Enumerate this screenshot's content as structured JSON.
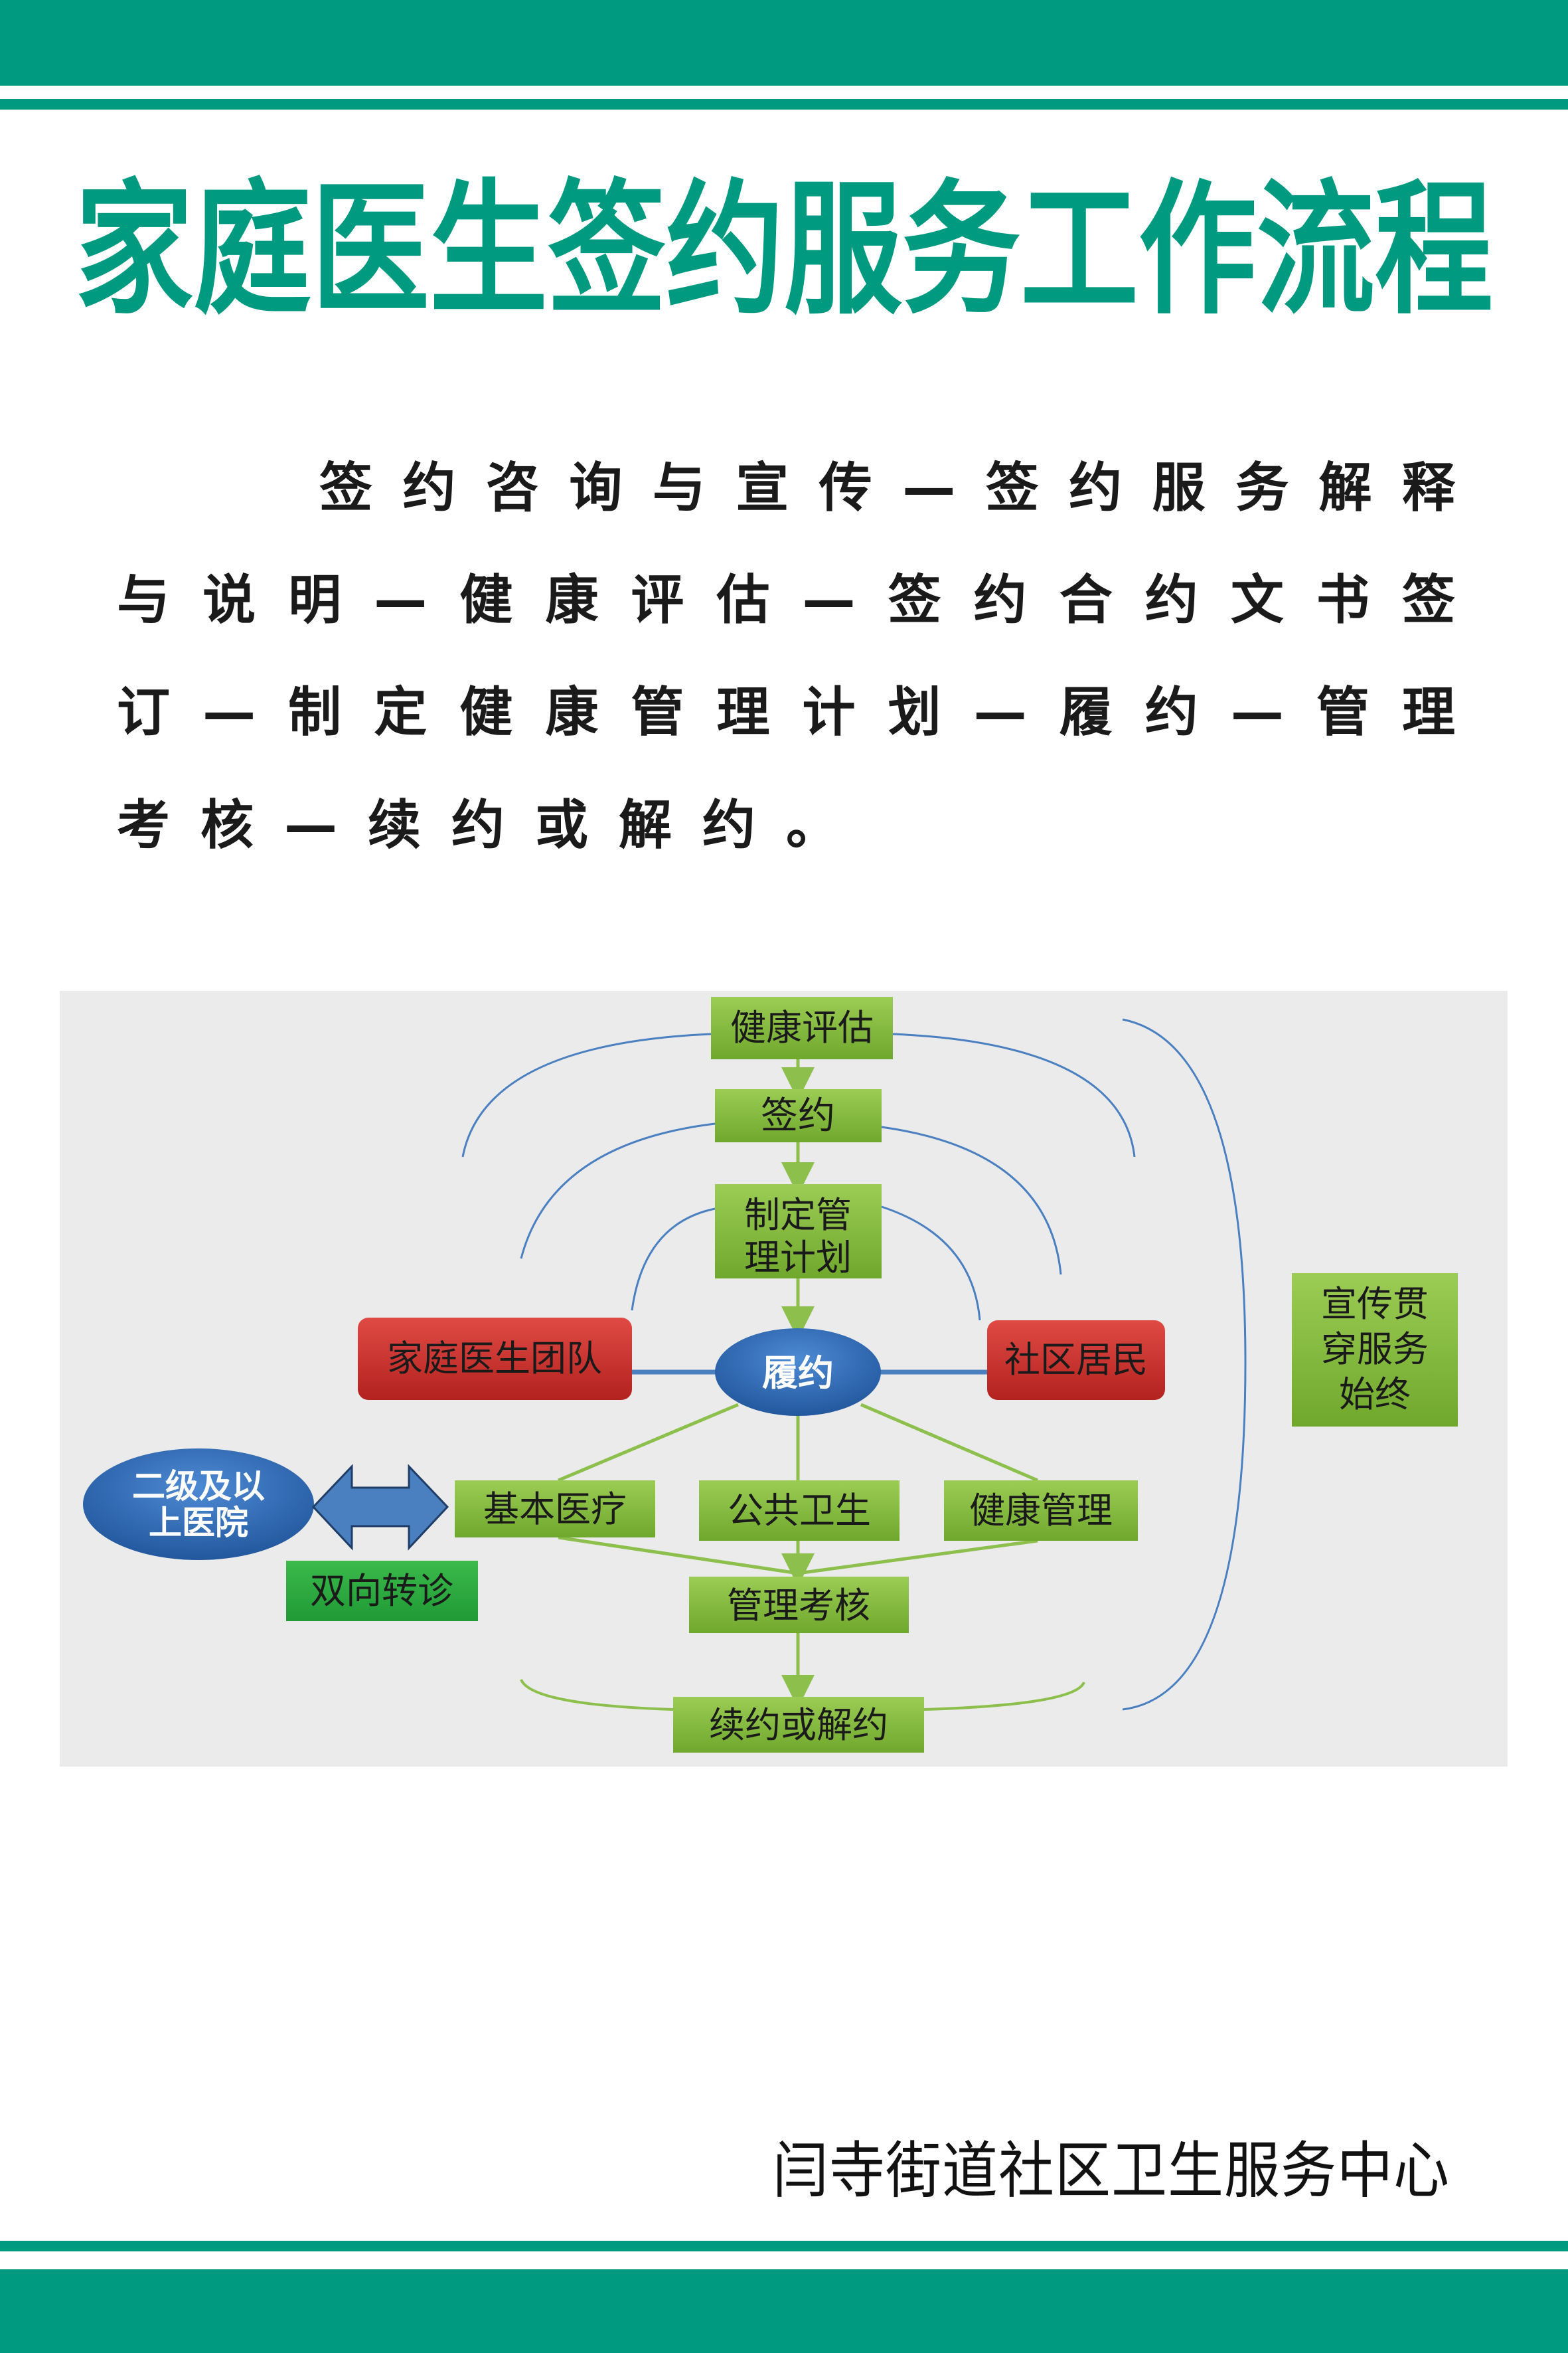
{
  "colors": {
    "brand": "#009a80",
    "box_green": "#7fba3a",
    "box_red": "#cc2e2e",
    "ellipse_blue": "#2e68b0",
    "connector_blue": "#4a7fc0"
  },
  "title": "家庭医生签约服务工作流程",
  "intro_lines": [
    "签约咨询与宣传—签约服务解释",
    "与说明—健康评估—签约合约文书签",
    "订—制定健康管理计划—履约—管理",
    "考核—续约或解约。"
  ],
  "diagram": {
    "health_assessment": "健康评估",
    "sign": "签约",
    "plan": [
      "制定管",
      "理计划"
    ],
    "perform": "履约",
    "doctor_team": "家庭医生团队",
    "residents": "社区居民",
    "publicity": [
      "宣传贯",
      "穿服务",
      "始终"
    ],
    "hospital": [
      "二级及以",
      "上医院"
    ],
    "basic_care": "基本医疗",
    "public_health": "公共卫生",
    "health_management": "健康管理",
    "referral": "双向转诊",
    "assessment": "管理考核",
    "renew": "续约或解约",
    "icons": [
      "double-arrow-icon",
      "arrow-down-icon"
    ]
  },
  "footer": {
    "organization": "闫寺街道社区卫生服务中心"
  }
}
